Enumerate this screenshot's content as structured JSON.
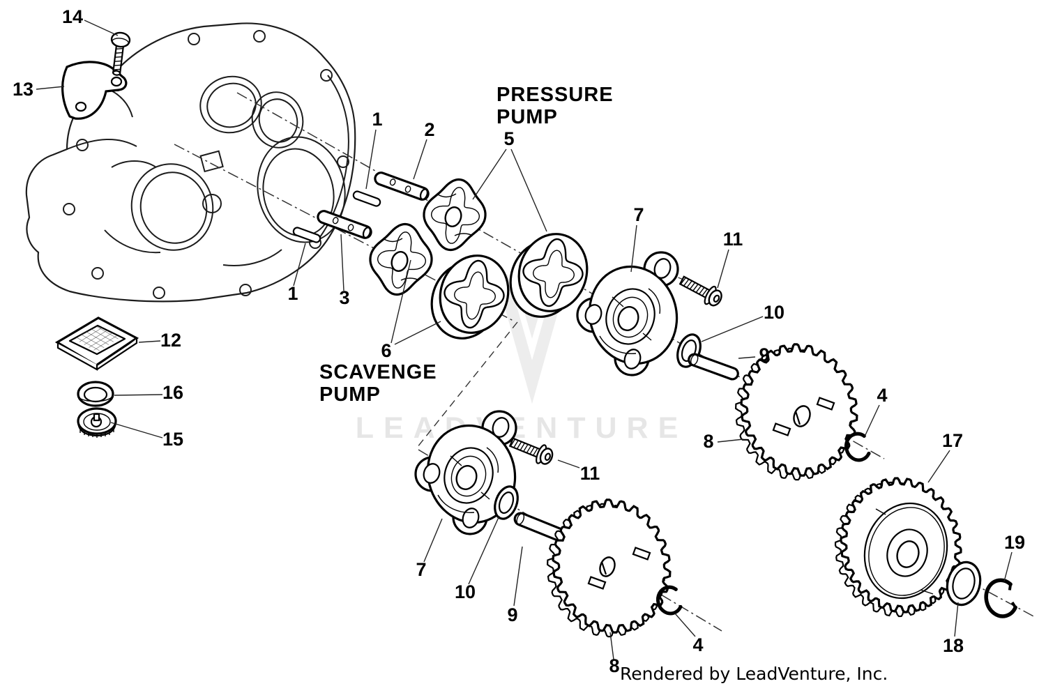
{
  "sections": {
    "pressure": {
      "line1": "PRESSURE",
      "line2": "PUMP"
    },
    "scavenge": {
      "line1": "SCAVENGE",
      "line2": "PUMP"
    }
  },
  "watermark": {
    "text": "LEADVENTURE",
    "logo": "leadventure-v-logo"
  },
  "footer": {
    "credit": "Rendered by LeadVenture, Inc."
  },
  "colors": {
    "line": "#000000",
    "case_line": "#1c1c1c",
    "watermark": "#e6e6e6",
    "background": "#ffffff"
  },
  "callouts": [
    {
      "id": "14"
    },
    {
      "id": "13"
    },
    {
      "id": "1"
    },
    {
      "id": "2"
    },
    {
      "id": "5"
    },
    {
      "id": "1"
    },
    {
      "id": "3"
    },
    {
      "id": "6"
    },
    {
      "id": "7"
    },
    {
      "id": "11"
    },
    {
      "id": "10"
    },
    {
      "id": "9"
    },
    {
      "id": "8"
    },
    {
      "id": "4"
    },
    {
      "id": "17"
    },
    {
      "id": "19"
    },
    {
      "id": "18"
    },
    {
      "id": "7"
    },
    {
      "id": "10"
    },
    {
      "id": "9"
    },
    {
      "id": "11"
    },
    {
      "id": "8"
    },
    {
      "id": "4"
    },
    {
      "id": "12"
    },
    {
      "id": "16"
    },
    {
      "id": "15"
    }
  ]
}
